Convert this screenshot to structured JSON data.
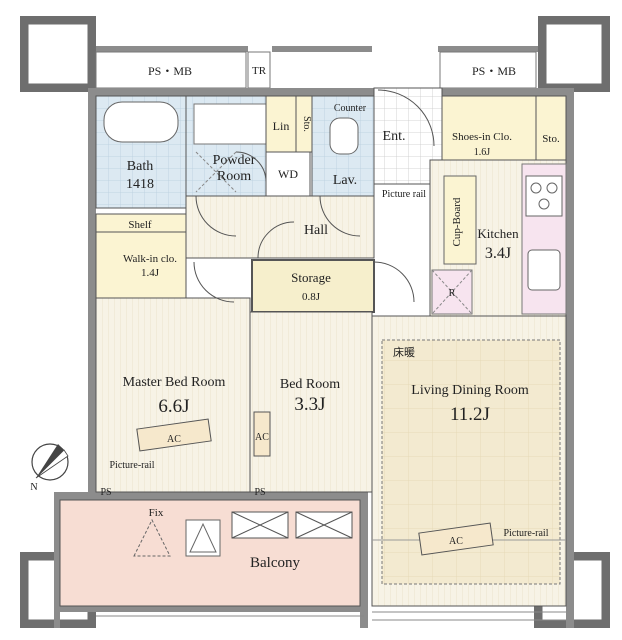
{
  "rooms": {
    "ps_mb_left": "PS・MB",
    "tr": "TR",
    "ps_mb_right": "PS・MB",
    "bath": "Bath",
    "bath_size": "1418",
    "lin": "Lin",
    "sto_small": "Sto.",
    "counter": "Counter",
    "powder": "Powder",
    "powder2": "Room",
    "wd": "WD",
    "lav": "Lav.",
    "ent": "Ent.",
    "shoes": "Shoes-in Clo.",
    "shoes_size": "1.6J",
    "sto_right": "Sto.",
    "picture_rail_top": "Picture rail",
    "hall": "Hall",
    "shelf": "Shelf",
    "walkin": "Walk-in clo.",
    "walkin_size": "1.4J",
    "storage": "Storage",
    "storage_size": "0.8J",
    "cupboard": "Cup-Board",
    "kitchen": "Kitchen",
    "kitchen_size": "3.4J",
    "r": "R",
    "floor_heat": "床暖",
    "master": "Master Bed Room",
    "master_size": "6.6J",
    "bed": "Bed Room",
    "bed_size": "3.3J",
    "living": "Living Dining Room",
    "living_size": "11.2J",
    "ac_master": "AC",
    "ac_bed": "AC",
    "ac_living": "AC",
    "picture_rail_master": "Picture-rail",
    "picture_rail_living": "Picture-rail",
    "ps_left": "PS",
    "ps_mid": "PS",
    "fix": "Fix",
    "balcony": "Balcony"
  },
  "compass": {
    "north": "N"
  },
  "colors": {
    "room_fill": "#f7f3e6",
    "wet_fill": "#dce9f2",
    "balcony_fill": "#f7ddd3",
    "kitchen_fill": "#f7e4ef",
    "yellow_fill": "#fbf4d2",
    "storage_fill": "#f6efcc"
  }
}
